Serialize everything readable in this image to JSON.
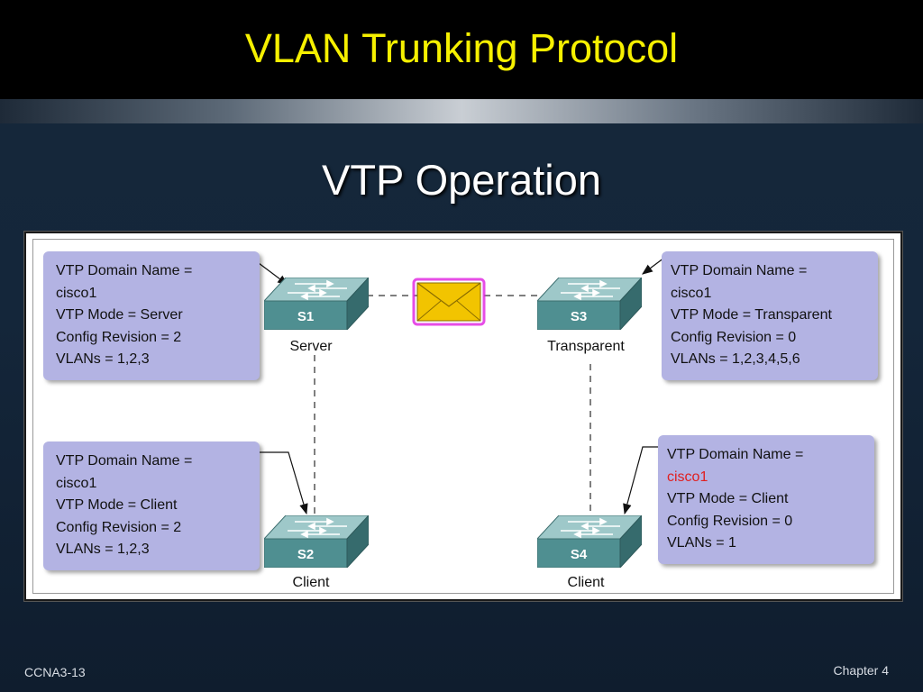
{
  "slide": {
    "title": "VLAN Trunking Protocol",
    "subtitle": "VTP Operation",
    "footer_left": "CCNA3-13",
    "footer_right": "Chapter 4"
  },
  "switches": [
    {
      "id": "S1",
      "role": "Server"
    },
    {
      "id": "S2",
      "role": "Client"
    },
    {
      "id": "S3",
      "role": "Transparent"
    },
    {
      "id": "S4",
      "role": "Client"
    }
  ],
  "info_boxes": {
    "s1": {
      "l1": "VTP Domain Name =",
      "l2": "cisco1",
      "l3": "VTP Mode = Server",
      "l4": "Config Revision = 2",
      "l5": "VLANs = 1,2,3"
    },
    "s2": {
      "l1": "VTP Domain Name =",
      "l2": "cisco1",
      "l3": "VTP Mode = Client",
      "l4": "Config Revision = 2",
      "l5": "VLANs = 1,2,3"
    },
    "s3": {
      "l1": "VTP Domain Name =",
      "l2": "cisco1",
      "l3": "VTP Mode = Transparent",
      "l4": "Config Revision = 0",
      "l5": "VLANs = 1,2,3,4,5,6"
    },
    "s4": {
      "l1": "VTP Domain Name =",
      "l2": "cisco1",
      "l3": "VTP Mode = Client",
      "l4": "Config Revision = 0",
      "l5": "VLANs = 1"
    }
  },
  "colors": {
    "title_text": "#f6f000",
    "info_box_fill": "#b3b3e3",
    "switch_face": "#4f8f91",
    "highlight_text": "#e02020",
    "envelope_fill": "#f2c400",
    "envelope_glow": "#e020e0"
  },
  "icons": {
    "switch": "switch-icon",
    "envelope": "envelope-icon"
  }
}
